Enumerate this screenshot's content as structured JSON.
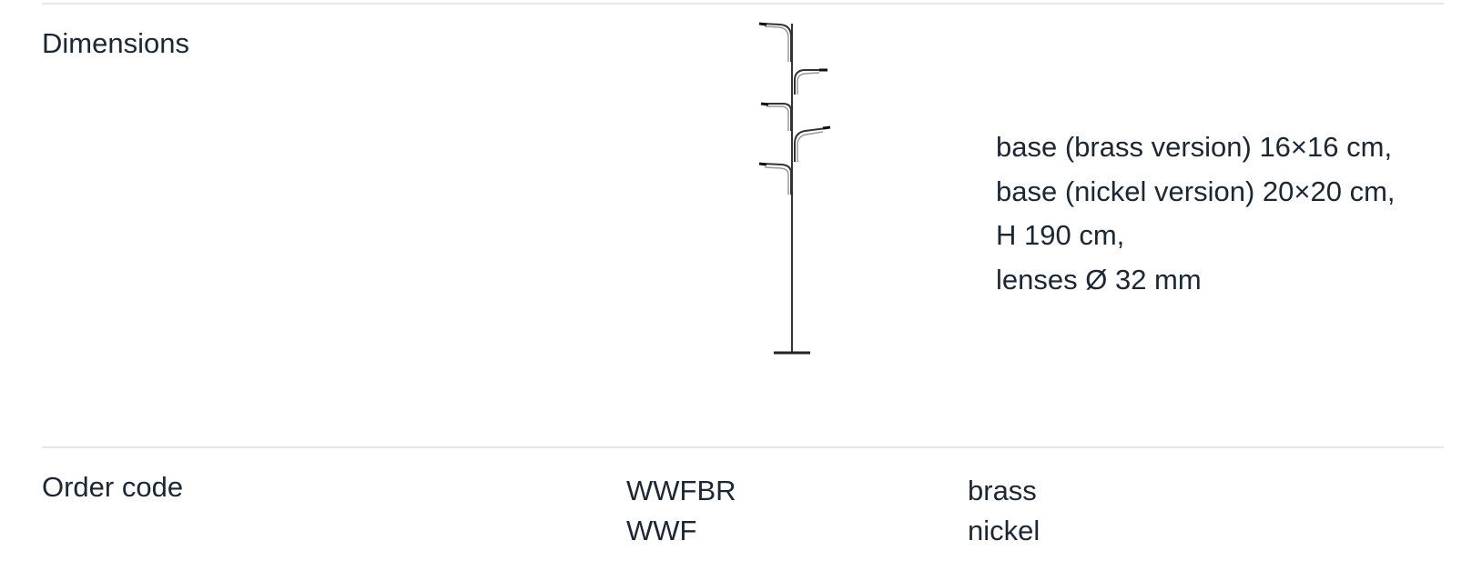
{
  "dimensions": {
    "label": "Dimensions",
    "lines": [
      "base (brass version) 16×16 cm,",
      "base (nickel version) 20×20 cm,",
      "H 190 cm,",
      "lenses Ø 32 mm"
    ]
  },
  "order": {
    "label": "Order code",
    "rows": [
      {
        "code": "WWFBR",
        "finish": "brass"
      },
      {
        "code": "WWF",
        "finish": "nickel"
      }
    ]
  },
  "icons": {
    "lamp": "floor-lamp-drawing"
  },
  "colors": {
    "text": "#1c2734",
    "rule": "#e4e6e9",
    "drawing": "#333333"
  }
}
